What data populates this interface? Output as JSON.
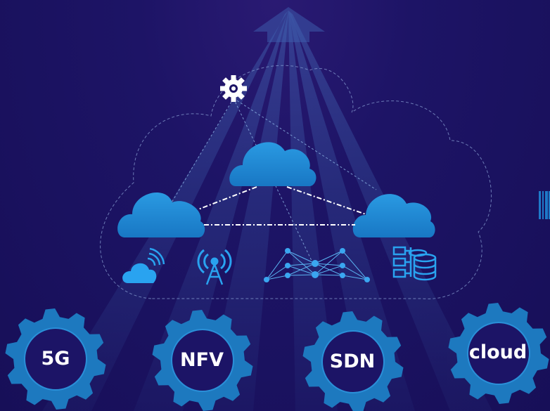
{
  "gears": [
    {
      "label": "5G"
    },
    {
      "label": "NFV"
    },
    {
      "label": "SDN"
    },
    {
      "label": "cloud"
    }
  ],
  "colors": {
    "background": "#1d1466",
    "cloud_blue": "#1f86d0",
    "gear_blue": "#1d79bf",
    "beam": "#3b63a8",
    "icon_white": "#ffffff"
  },
  "icons": [
    "gear-icon",
    "wireless-cloud-icon",
    "antenna-tower-icon",
    "neural-network-icon",
    "database-server-icon"
  ]
}
